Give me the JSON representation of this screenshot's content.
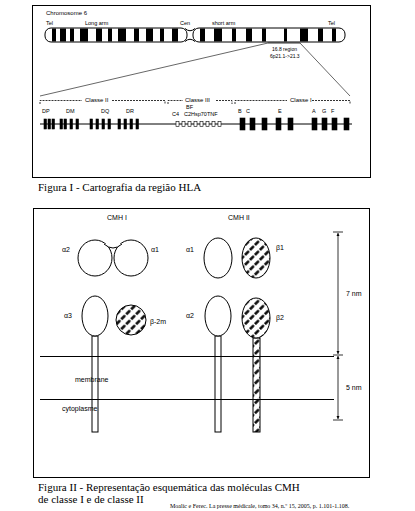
{
  "diagram": {
    "nodes": [
      {
        "text": [
          "membrane"
        ]
      }
    ],
    "labels": [
      "Chromosome 6",
      "Tel",
      "Long arm",
      "Cen",
      "short arm",
      "Tel",
      "16.8 region",
      "6p21.1->21.3",
      "Classe II",
      "Classe III",
      "Classe I",
      "DP",
      "DM",
      "DQ",
      "DR",
      "BF",
      "C4",
      "C2Hsp70TNF",
      "B",
      "C",
      "E",
      "A",
      "G",
      "F",
      "Figura I - Cartografia da região HLA",
      "CMH I",
      "CMH II",
      "α2",
      "α1",
      "α3",
      "β-2m",
      "α1",
      "β1",
      "α2",
      "β2",
      "7 nm",
      "5 nm",
      "cytoplasme",
      "Figura II - Representação esquemática das moléculas CMH de classe I e de classe II",
      "Moalic e Ferec. La presse médicale, tomo 34, n.º 15, 2005, p. 1.101-1.108."
    ]
  }
}
